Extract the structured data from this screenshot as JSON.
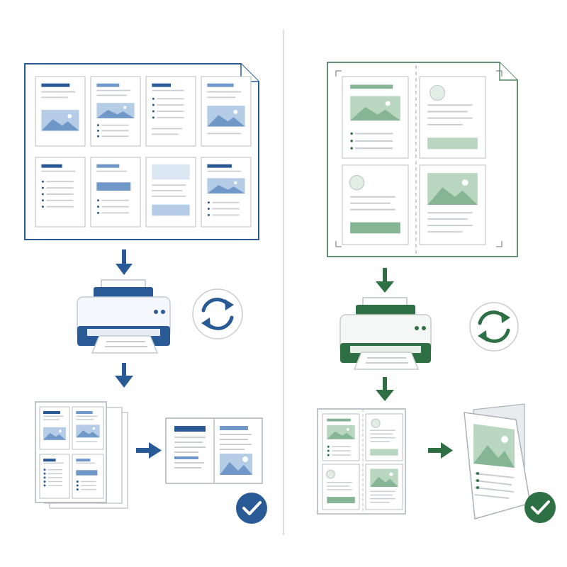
{
  "colors": {
    "background": "#ffffff",
    "blue_primary": "#2a5a95",
    "blue_mid": "#6f97c8",
    "blue_light": "#b5cce6",
    "blue_pale": "#dbe6f3",
    "green_primary": "#2f6f44",
    "green_mid": "#86b596",
    "green_light": "#b9d6c1",
    "green_pale": "#e0eee4",
    "line_gray": "#c9cdd2",
    "divider": "#b8bcc2"
  },
  "left_workflow": {
    "theme": "blue",
    "sheet_layout": "8-up",
    "steps": [
      "sheet-of-pages",
      "down-arrow-icon",
      "printer-icon",
      "refresh-icon",
      "down-arrow-icon",
      "printed-stack",
      "right-arrow-icon",
      "open-booklet",
      "check-icon"
    ]
  },
  "right_workflow": {
    "theme": "green",
    "sheet_layout": "4-up",
    "steps": [
      "sheet-of-pages",
      "down-arrow-icon",
      "printer-icon",
      "refresh-icon",
      "down-arrow-icon",
      "printed-sheet",
      "right-arrow-icon",
      "folded-booklet",
      "check-icon"
    ]
  }
}
